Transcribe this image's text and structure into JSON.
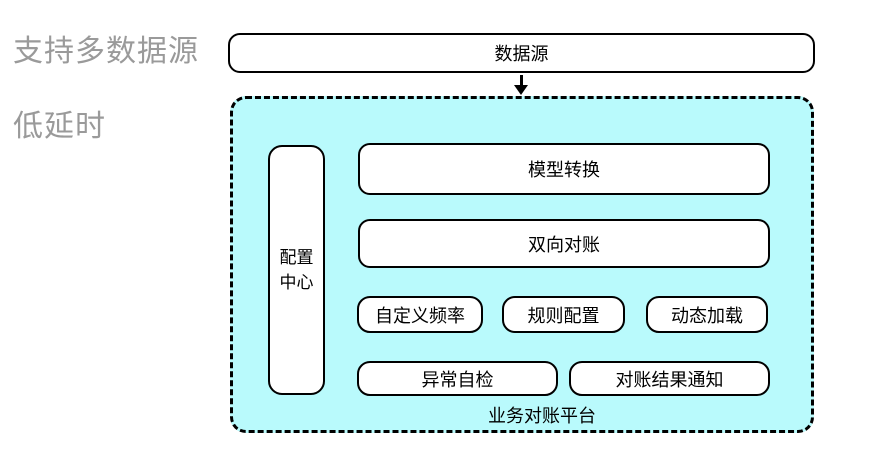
{
  "colors": {
    "container_fill": "#b9fafc",
    "outline": "#000000",
    "caption_text": "#9a9a9a",
    "node_fill": "#ffffff"
  },
  "captions": {
    "line1": "支持多数据源",
    "line2": "低延时"
  },
  "source_box": {
    "label": "数据源"
  },
  "platform": {
    "label": "业务对账平台",
    "config_center": {
      "label": "配置中心"
    },
    "wide_boxes": [
      {
        "label": "模型转换"
      },
      {
        "label": "双向对账"
      }
    ],
    "small_boxes": [
      {
        "label": "自定义频率"
      },
      {
        "label": "规则配置"
      },
      {
        "label": "动态加载"
      }
    ],
    "medium_boxes": [
      {
        "label": "异常自检"
      },
      {
        "label": "对账结果通知"
      }
    ]
  }
}
